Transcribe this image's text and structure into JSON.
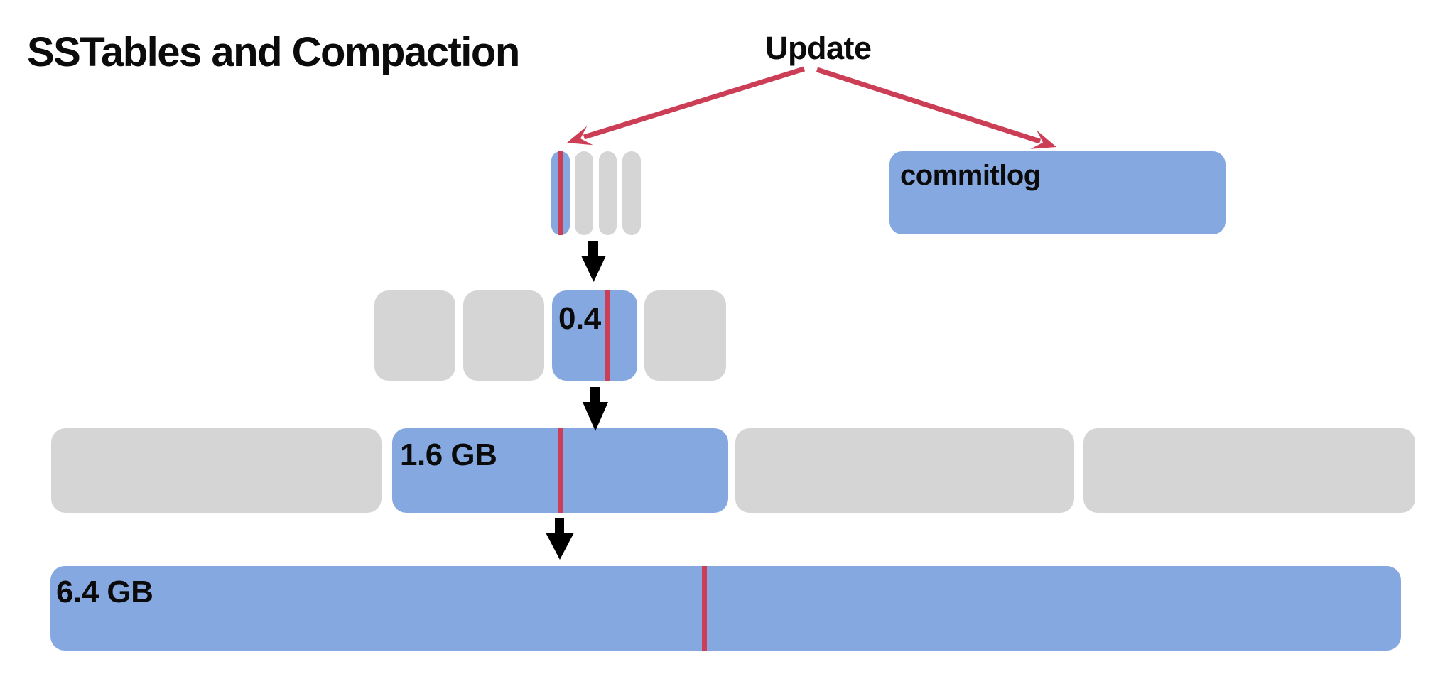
{
  "title": "SSTables and Compaction",
  "update": {
    "label": "Update"
  },
  "commitlog": {
    "label": "commitlog"
  },
  "memtable": {
    "segment_count": 4,
    "note": "leftmost segment highlighted with updated row"
  },
  "levels": [
    {
      "name": "level-0-sstables",
      "box_count": 4,
      "highlight_label": "0.4"
    },
    {
      "name": "level-1-sstables",
      "box_count": 4,
      "highlight_label": "1.6 GB"
    },
    {
      "name": "level-2-sstable",
      "box_count": 1,
      "highlight_label": "6.4 GB"
    }
  ],
  "colors": {
    "sstable_blue": "#86a8e0",
    "sstable_gray": "#d5d5d5",
    "update_red": "#cc3e55",
    "arrow_black": "#000000",
    "text": "#0b0b0b",
    "background": "#ffffff"
  }
}
